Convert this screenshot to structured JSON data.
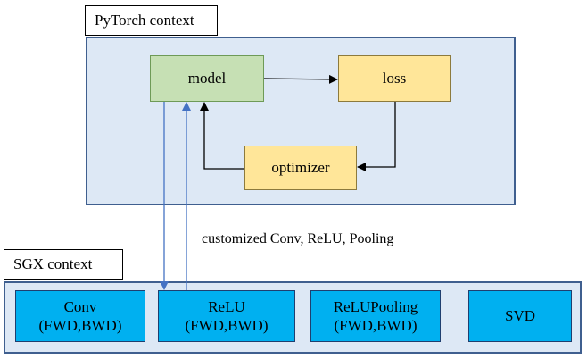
{
  "pytorch": {
    "label": "PyTorch context",
    "nodes": {
      "model": "model",
      "loss": "loss",
      "optimizer": "optimizer"
    }
  },
  "caption": "customized Conv, ReLU,  Pooling",
  "sgx": {
    "label": "SGX context",
    "blocks": [
      {
        "line1": "Conv",
        "line2": "(FWD,BWD)"
      },
      {
        "line1": "ReLU",
        "line2": "(FWD,BWD)"
      },
      {
        "line1": "ReLUPooling",
        "line2": "(FWD,BWD)"
      },
      {
        "line1": "SVD",
        "line2": ""
      }
    ]
  },
  "colors": {
    "region_fill": "#dde8f5",
    "model_fill": "#c6e0b4",
    "node_fill": "#ffe699",
    "sgx_block_fill": "#00b0f0",
    "link_arrow": "#4472c4"
  }
}
